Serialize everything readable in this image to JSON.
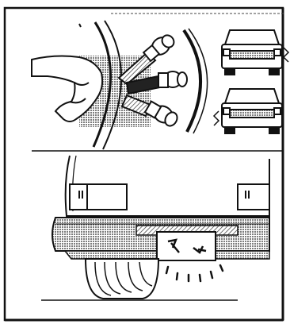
{
  "figure": {
    "panels": [
      {
        "id": "top",
        "content": "turn-signal-lever-and-vehicle-front-views"
      },
      {
        "id": "bottom",
        "content": "vehicle-rear-license-plate-light"
      }
    ],
    "icons": [
      "steering-wheel-icon",
      "turn-signal-lever-icon",
      "vehicle-front-icon",
      "license-plate-icon",
      "license-plate-lamp-light-icon"
    ],
    "colors": {
      "ink": "#111111",
      "paper": "#ffffff",
      "halftone": "#9a9a9a"
    }
  }
}
